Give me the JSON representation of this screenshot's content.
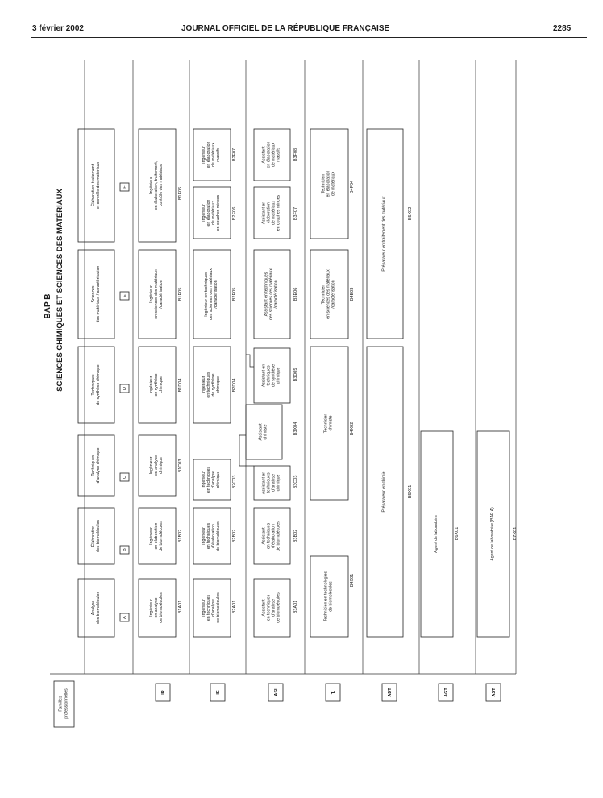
{
  "header": {
    "date": "3 février 2002",
    "title": "JOURNAL OFFICIEL DE LA RÉPUBLIQUE FRANÇAISE",
    "page": "2285"
  },
  "chart_title": {
    "line1": "BAP B",
    "line2": "SCIENCES CHIMIQUES ET SCIENCES DES MATÉRIAUX"
  },
  "legend": {
    "lines": [
      "Familles",
      "professionnelles"
    ]
  },
  "categories": [
    "IR",
    "IE",
    "ASI",
    "T.",
    "ADT",
    "AGT",
    "AST"
  ],
  "families": [
    {
      "letter": "A",
      "name": [
        "Analyse",
        "des biomolécules"
      ]
    },
    {
      "letter": "B",
      "name": [
        "Élaboration",
        "des biomolécules"
      ]
    },
    {
      "letter": "C",
      "name": [
        "Techniques",
        "d'analyse chimique"
      ]
    },
    {
      "letter": "D",
      "name": [
        "Techniques",
        "de synthèse chimique"
      ]
    },
    {
      "letter": "E",
      "name": [
        "Sciences",
        "des matériaux / caractérisation"
      ]
    },
    {
      "letter": "F",
      "name": [
        "Élaboration, traitement",
        "et contrôle des matériaux"
      ]
    }
  ],
  "jobs": [
    {
      "id": "ir-a",
      "lines": [
        "Ingénieur",
        "en analyse",
        "de biomolécules"
      ],
      "code": "B1A01"
    },
    {
      "id": "ir-b",
      "lines": [
        "Ingénieur",
        "en élaboration",
        "de biomolécules"
      ],
      "code": "B1B02"
    },
    {
      "id": "ir-c",
      "lines": [
        "Ingénieur",
        "en analyse",
        "chimique"
      ],
      "code": "B1C03"
    },
    {
      "id": "ir-d",
      "lines": [
        "Ingénieur",
        "en synthèse",
        "chimique"
      ],
      "code": "B1D04"
    },
    {
      "id": "ir-e",
      "lines": [
        "Ingénieur",
        "en sciences des matériaux",
        "/caractérisation"
      ],
      "code": "B1E05"
    },
    {
      "id": "ir-f",
      "lines": [
        "Ingénieur",
        "en élaboration, traitement,",
        "contrôle des matériaux"
      ],
      "code": "B1F06"
    },
    {
      "id": "ie-a",
      "lines": [
        "Ingénieur",
        "en techniques",
        "d'analyse",
        "de biomolécules"
      ],
      "code": "B2A01"
    },
    {
      "id": "ie-b",
      "lines": [
        "Ingénieur",
        "en techniques",
        "d'élaboration",
        "de biomolécules"
      ],
      "code": "B2B02"
    },
    {
      "id": "ie-c",
      "lines": [
        "Ingénieur",
        "en techniques",
        "d'analyse",
        "chimique"
      ],
      "code": "B2C03"
    },
    {
      "id": "ie-d",
      "lines": [
        "Ingénieur",
        "en techniques",
        "de synthèse",
        "chimique"
      ],
      "code": "B2D04"
    },
    {
      "id": "ie-e",
      "lines": [
        "Ingénieur en techniques",
        "des sciences des matériaux",
        "/caractérisation"
      ],
      "code": "B2E05"
    },
    {
      "id": "ie-f1",
      "lines": [
        "Ingénieur",
        "en élaboration",
        "de matériaux",
        "en couches minces"
      ],
      "code": "B2E06"
    },
    {
      "id": "ie-f2",
      "lines": [
        "Ingénieur",
        "en élaboration",
        "de matériaux",
        "massifs"
      ],
      "code": "B2F07"
    },
    {
      "id": "asi-a",
      "lines": [
        "Assistant",
        "en techniques",
        "d'analyse",
        "de biomolécules"
      ],
      "code": "B3A01"
    },
    {
      "id": "asi-b",
      "lines": [
        "Assistant",
        "en techniques",
        "d'élaboration",
        "de biomolécules"
      ],
      "code": "B3B02"
    },
    {
      "id": "asi-c",
      "lines": [
        "Assistant en",
        "techniques",
        "d'analyse",
        "chimique"
      ],
      "code": "B3C03"
    },
    {
      "id": "asi-cd",
      "lines": [
        "Assistant",
        "chimiste"
      ],
      "code": "B3X04"
    },
    {
      "id": "asi-d",
      "lines": [
        "Assistant en",
        "techniques",
        "de synthèse",
        "chimique"
      ],
      "code": "B3D05"
    },
    {
      "id": "asi-e",
      "lines": [
        "Assistant en techniques",
        "des sciences des matériaux",
        "/caractérisation"
      ],
      "code": "B3E06"
    },
    {
      "id": "asi-f1",
      "lines": [
        "Assistant en",
        "élaboration",
        "de matériaux",
        "en couches minces"
      ],
      "code": "B3F07"
    },
    {
      "id": "asi-f2",
      "lines": [
        "Assistant",
        "en élaboration",
        "de matériaux",
        "massifs"
      ],
      "code": "B3F08"
    },
    {
      "id": "t-ab",
      "lines": [
        "Technicien en technologies",
        "de biomolécules"
      ],
      "code": "B4X01"
    },
    {
      "id": "t-cd",
      "lines": [
        "Technicien",
        "chimiste"
      ],
      "code": "B4X02"
    },
    {
      "id": "t-e",
      "lines": [
        "Technicien",
        "en sciences des matériaux",
        "/caractérisation"
      ],
      "code": "B4E03"
    },
    {
      "id": "t-f",
      "lines": [
        "Technicien",
        "en élaboration",
        "de matériaux"
      ],
      "code": "B4F04"
    },
    {
      "id": "adt-1",
      "lines": [
        "Préparateur en chimie"
      ],
      "code": "B5X01"
    },
    {
      "id": "adt-2",
      "lines": [
        "Préparateur en traitement des matériaux"
      ],
      "code": "B5X02"
    },
    {
      "id": "agt-1",
      "lines": [
        "Agent de laboratoire"
      ],
      "code": "B6X01"
    },
    {
      "id": "ast-1",
      "lines": [
        "Agent de laboratoire (BAP A)"
      ],
      "code": "B7X01"
    }
  ]
}
